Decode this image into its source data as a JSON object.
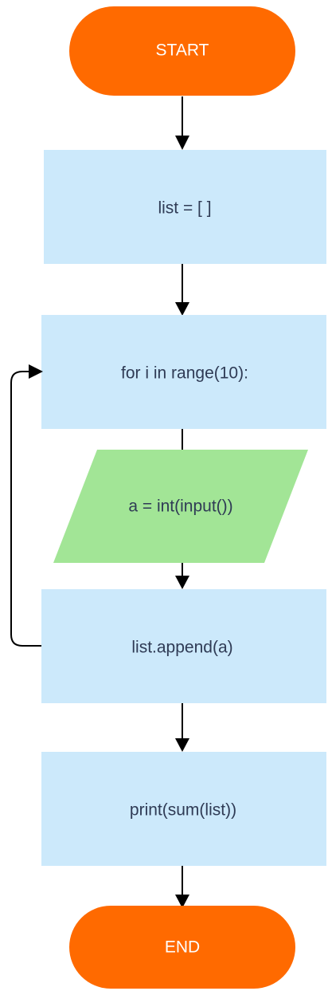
{
  "nodes": {
    "start": {
      "label": "START"
    },
    "init_list": {
      "label": "list = [ ]"
    },
    "for_loop": {
      "label": "for i in range(10):"
    },
    "input_a": {
      "label": "a = int(input())"
    },
    "append": {
      "label": "list.append(a)"
    },
    "print_sum": {
      "label": "print(sum(list))"
    },
    "end": {
      "label": "END"
    }
  },
  "colors": {
    "terminal": "#ff6a00",
    "process": "#cce9fb",
    "io": "#a2e596",
    "edge": "#000000",
    "text_dark": "#2f3b55",
    "text_light": "#ffffff"
  }
}
